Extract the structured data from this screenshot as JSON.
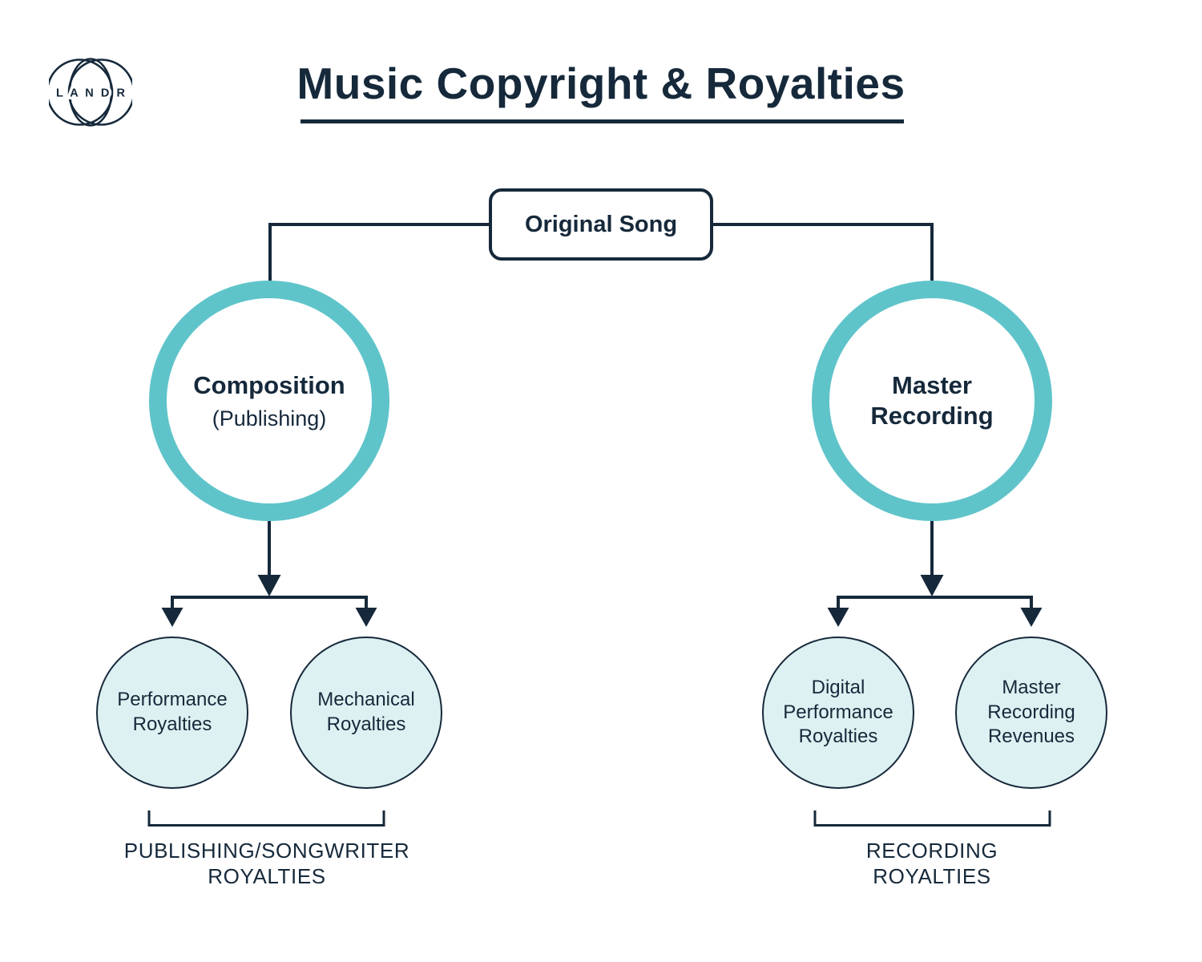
{
  "header": {
    "logo_letters": "L A N D R",
    "title": "Music Copyright & Royalties"
  },
  "tree": {
    "root": {
      "label": "Original Song"
    },
    "branches": [
      {
        "name": "composition",
        "title": "Composition",
        "subtitle": "(Publishing)",
        "children": [
          "Performance\nRoyalties",
          "Mechanical\nRoyalties"
        ],
        "group_label": "PUBLISHING/SONGWRITER\nROYALTIES"
      },
      {
        "name": "master-recording",
        "title": "Master\nRecording",
        "subtitle": "",
        "children": [
          "Digital\nPerformance\nRoyalties",
          "Master\nRecording\nRevenues"
        ],
        "group_label": "RECORDING\nROYALTIES"
      }
    ]
  },
  "colors": {
    "navy": "#16293B",
    "teal": "#5FC4CA",
    "mint": "#DEF1F2",
    "background": "#FFFFFF"
  }
}
